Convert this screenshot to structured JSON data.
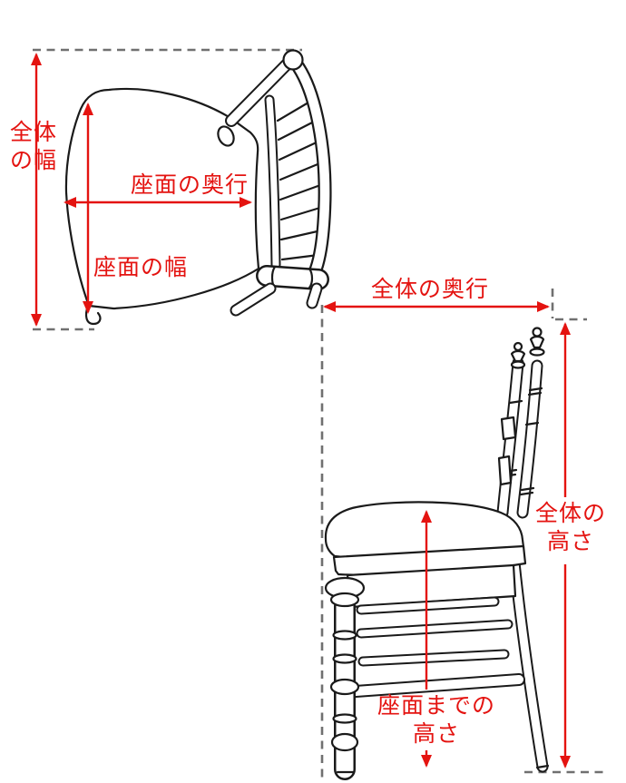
{
  "colors": {
    "accent_red": "#e41310",
    "dashed_gray": "#707070",
    "line_art": "#1a1a1a",
    "background": "#ffffff"
  },
  "top_view": {
    "overall_width_line1": "全体",
    "overall_width_line2": "の幅",
    "seat_depth": "座面の奥行",
    "seat_width": "座面の幅"
  },
  "side_view": {
    "overall_depth": "全体の奥行",
    "overall_height_line1": "全体の",
    "overall_height_line2": "高さ",
    "seat_height_line1": "座面までの",
    "seat_height_line2": "高さ"
  }
}
